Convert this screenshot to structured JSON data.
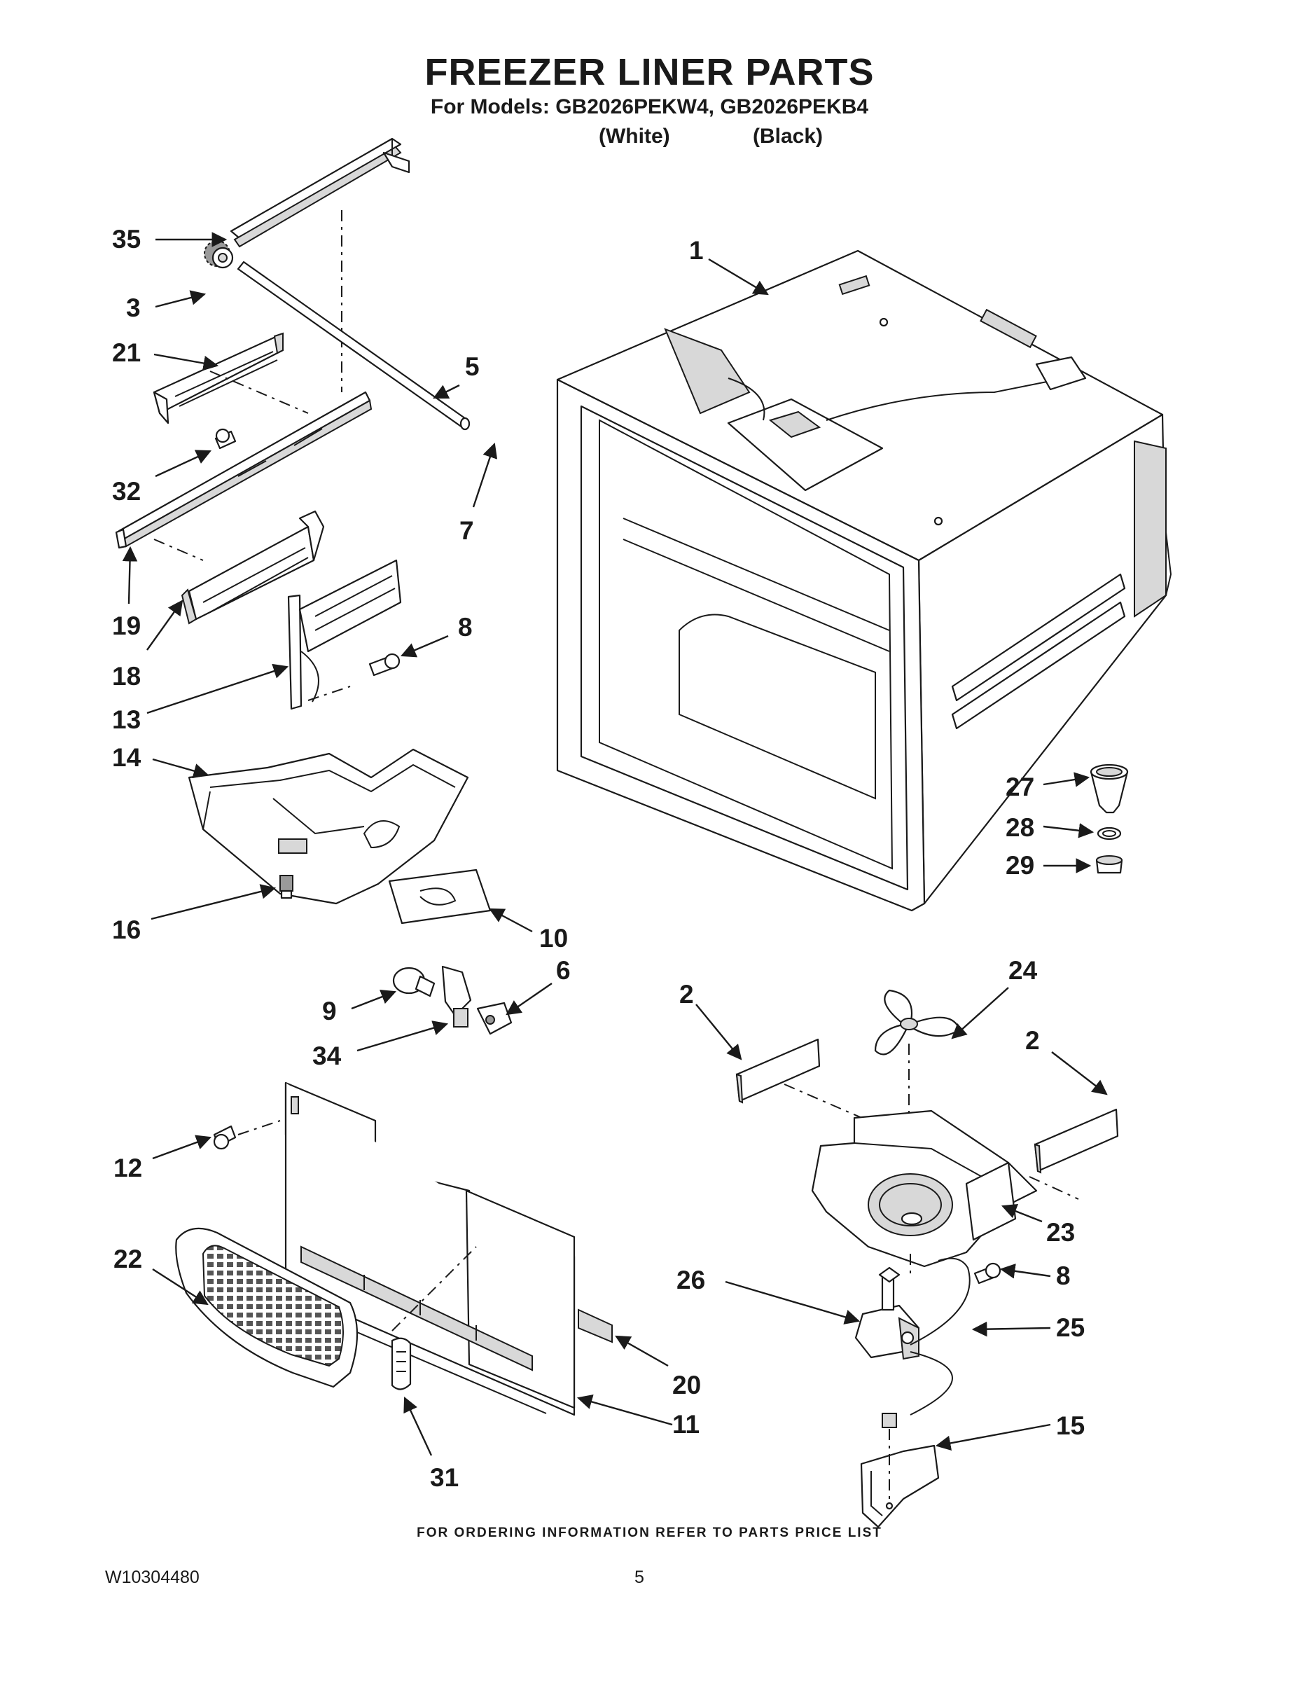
{
  "page": {
    "title": "FREEZER LINER PARTS",
    "subtitle": "For Models: GB2026PEKW4, GB2026PEKB4",
    "variant_white": "(White)",
    "variant_black": "(Black)",
    "footer_note": "FOR ORDERING INFORMATION REFER TO PARTS PRICE LIST",
    "document_number": "W10304480",
    "page_number": "5"
  },
  "callouts": [
    {
      "id": "35",
      "label": "35"
    },
    {
      "id": "3",
      "label": "3"
    },
    {
      "id": "21",
      "label": "21"
    },
    {
      "id": "5",
      "label": "5"
    },
    {
      "id": "32",
      "label": "32"
    },
    {
      "id": "7",
      "label": "7"
    },
    {
      "id": "19",
      "label": "19"
    },
    {
      "id": "18",
      "label": "18"
    },
    {
      "id": "8a",
      "label": "8"
    },
    {
      "id": "13",
      "label": "13"
    },
    {
      "id": "14",
      "label": "14"
    },
    {
      "id": "16",
      "label": "16"
    },
    {
      "id": "10",
      "label": "10"
    },
    {
      "id": "1",
      "label": "1"
    },
    {
      "id": "27",
      "label": "27"
    },
    {
      "id": "28",
      "label": "28"
    },
    {
      "id": "29",
      "label": "29"
    },
    {
      "id": "6",
      "label": "6"
    },
    {
      "id": "9",
      "label": "9"
    },
    {
      "id": "34",
      "label": "34"
    },
    {
      "id": "2a",
      "label": "2"
    },
    {
      "id": "24",
      "label": "24"
    },
    {
      "id": "2b",
      "label": "2"
    },
    {
      "id": "12",
      "label": "12"
    },
    {
      "id": "23",
      "label": "23"
    },
    {
      "id": "22",
      "label": "22"
    },
    {
      "id": "26",
      "label": "26"
    },
    {
      "id": "8b",
      "label": "8"
    },
    {
      "id": "25",
      "label": "25"
    },
    {
      "id": "20",
      "label": "20"
    },
    {
      "id": "11",
      "label": "11"
    },
    {
      "id": "15",
      "label": "15"
    },
    {
      "id": "31",
      "label": "31"
    }
  ]
}
